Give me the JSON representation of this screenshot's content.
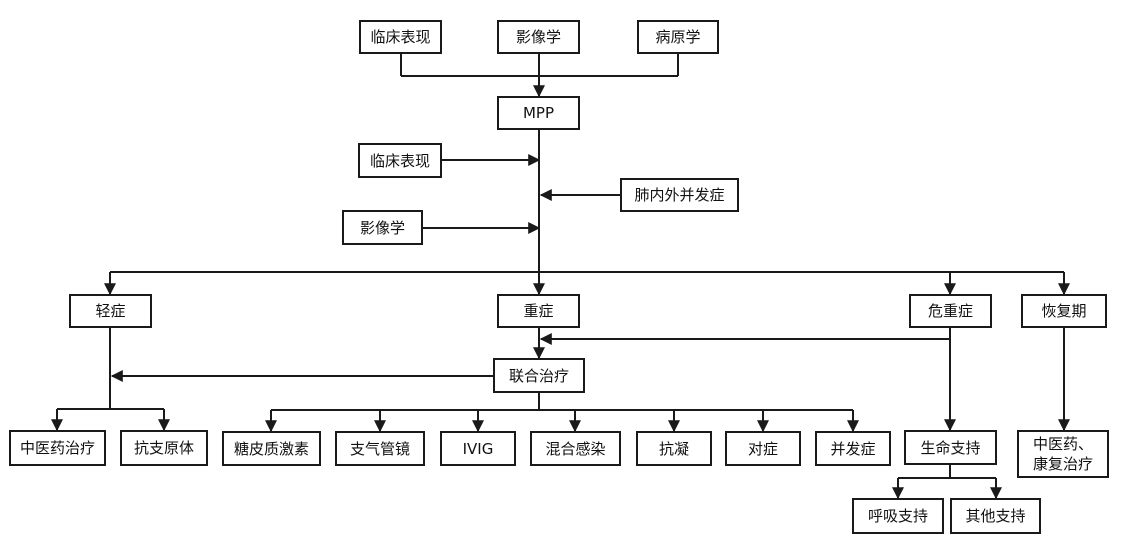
{
  "nodes": {
    "clinical_top": "临床表现",
    "imaging_top": "影像学",
    "pathology": "病原学",
    "mpp": "MPP",
    "clinical_side": "临床表现",
    "complications": "肺内外并发症",
    "imaging_side": "影像学",
    "mild": "轻症",
    "severe": "重症",
    "critical": "危重症",
    "recovery": "恢复期",
    "combined": "联合治疗",
    "tcm": "中医药治疗",
    "antibody": "抗支原体",
    "steroids": "糖皮质激素",
    "bronchoscopy": "支气管镜",
    "ivig": "IVIG",
    "coinfection": "混合感染",
    "anticoag": "抗凝",
    "symptomatic": "对症",
    "complication_tx": "并发症",
    "life_support": "生命支持",
    "tcm_rehab": "中医药、\n康复治疗",
    "resp_support": "呼吸支持",
    "other_support": "其他支持"
  }
}
